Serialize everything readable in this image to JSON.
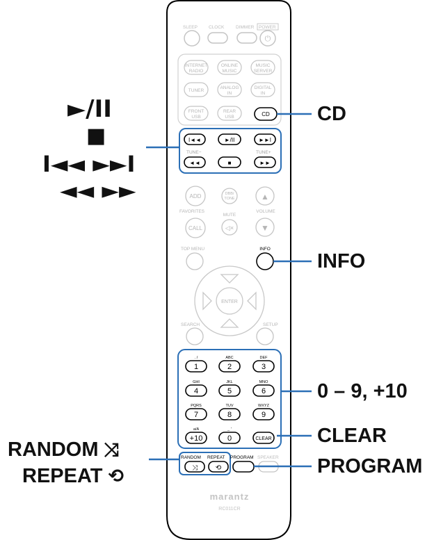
{
  "remote": {
    "top_row": [
      "SLEEP",
      "CLOCK",
      "DIMMER",
      "POWER"
    ],
    "source_buttons": [
      [
        "INTERNET",
        "RADIO"
      ],
      [
        "ONLINE",
        "MUSIC"
      ],
      [
        "MUSIC",
        "SERVER"
      ],
      [
        "TUNER"
      ],
      [
        "ANALOG",
        "IN"
      ],
      [
        "DIGITAL",
        "IN"
      ],
      [
        "FRONT",
        "USB"
      ],
      [
        "REAR",
        "USB"
      ],
      [
        "CD"
      ]
    ],
    "tune_minus": "TUNE−",
    "tune_plus": "TUNE+",
    "add": "ADD",
    "dbb_tone": [
      "DBB/",
      "TONE"
    ],
    "favorites": "FAVORITES",
    "mute": "MUTE",
    "volume": "VOLUME",
    "call": "CALL",
    "top_menu": "TOP MENU",
    "info": "INFO",
    "enter": "ENTER",
    "search": "SEARCH",
    "setup": "SETUP",
    "numpad_letters": [
      ". /",
      "ABC",
      "DEF",
      "GHI",
      "JKL",
      "MNO",
      "PQRS",
      "TUV",
      "WXYZ",
      "a/A",
      "_ '",
      ""
    ],
    "numpad_digits": [
      "1",
      "2",
      "3",
      "4",
      "5",
      "6",
      "7",
      "8",
      "9",
      "+10",
      "0",
      "CLEAR"
    ],
    "bottom_labels": [
      "RANDOM",
      "REPEAT",
      "PROGRAM",
      "SPEAKER"
    ],
    "brand": "marantz",
    "model": "RC011CR"
  },
  "callouts": {
    "play_pause": "►/II",
    "stop": "■",
    "skip": "I◄◄ ►►I",
    "search": "◄◄ ►►",
    "cd": "CD",
    "info": "INFO",
    "numbers": "0 – 9, +10",
    "clear": "CLEAR",
    "random": "RANDOM",
    "repeat": "REPEAT",
    "program": "PROGRAM"
  },
  "colors": {
    "callout_line": "#2b6fb6",
    "remote_outline": "#000000",
    "faded_button": "#bdbdbd",
    "active_button": "#222222"
  }
}
